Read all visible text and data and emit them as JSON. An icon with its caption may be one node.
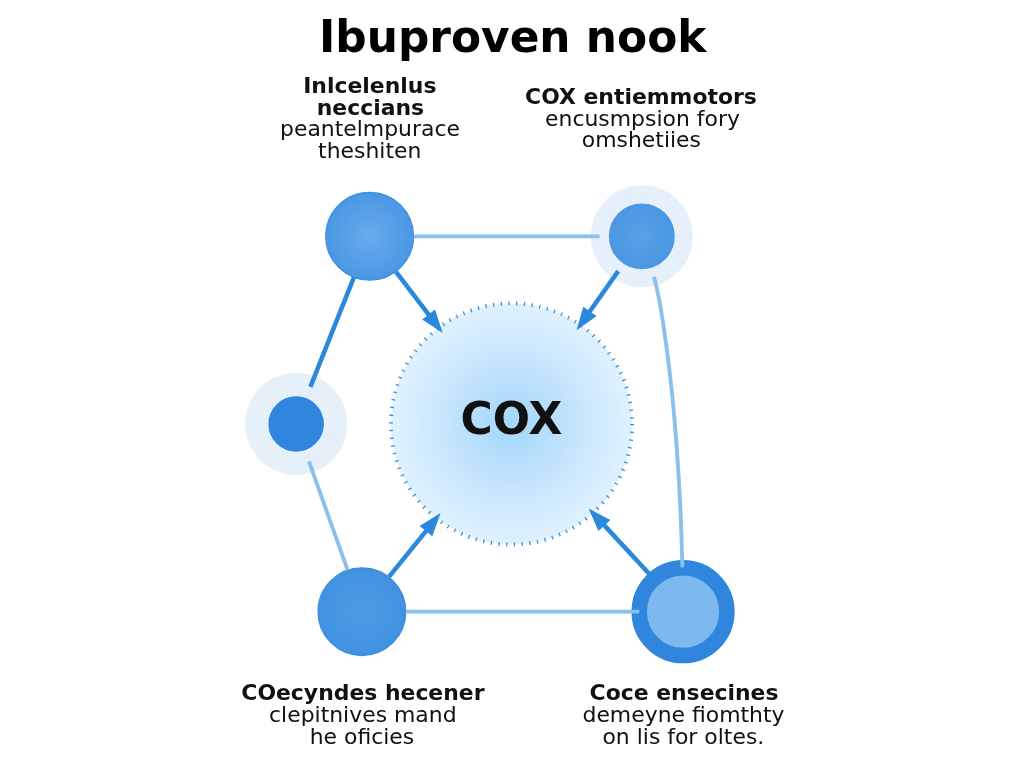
{
  "diagram": {
    "title": "Ibuproven nook",
    "nodes": [
      {
        "text": [],
        "shape": "circle",
        "beside": [
          "Inlcelenlus neccians",
          "peantelmpurace theshiten"
        ]
      },
      {
        "text": [],
        "shape": "circle",
        "beside": [
          "COX entiemmotors",
          "encusmpsion fory omshetiies"
        ]
      },
      {
        "text": [],
        "shape": "circle"
      },
      {
        "text": [
          "COX"
        ]
      },
      {
        "text": [],
        "shape": "circle",
        "beside": [
          "COecyndes hecener",
          "clepitnives mand he oficies"
        ]
      },
      {
        "text": [],
        "shape": "circle",
        "beside": [
          "Coce ensecines",
          "demeyne fiomthty on lis for oltes."
        ]
      }
    ],
    "edges": [
      {
        "from": 0,
        "to": 3,
        "arrow": "to"
      },
      {
        "from": 0,
        "to": 2,
        "arrow": "none"
      },
      {
        "from": 1,
        "to": 3,
        "arrow": "to"
      },
      {
        "from": 4,
        "to": 3,
        "arrow": "to"
      },
      {
        "from": 5,
        "to": 3,
        "arrow": "to"
      },
      {
        "from": 0,
        "to": 1,
        "arrow": "none",
        "color": "#8cc0ec"
      },
      {
        "from": 1,
        "to": 5,
        "arrow": "none",
        "color": "#8cc0ec"
      },
      {
        "from": 4,
        "to": 5,
        "arrow": "none",
        "color": "#8cc0ec"
      },
      {
        "from": 2,
        "to": 4,
        "arrow": "none",
        "color": "#8cc0ec"
      }
    ]
  }
}
